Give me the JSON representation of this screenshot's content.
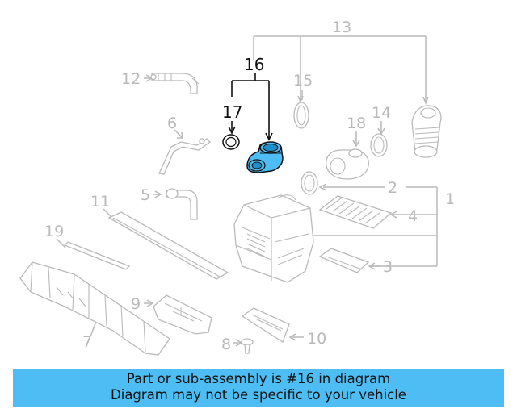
{
  "diagram": {
    "highlight_color": "#4dbdf4",
    "callouts": {
      "c1": "1",
      "c2": "2",
      "c3": "3",
      "c4": "4",
      "c5": "5",
      "c6": "6",
      "c7": "7",
      "c8": "8",
      "c9": "9",
      "c10": "10",
      "c11": "11",
      "c12": "12",
      "c13": "13",
      "c14": "14",
      "c15": "15",
      "c16": "16",
      "c17": "17",
      "c18": "18",
      "c19": "19"
    }
  },
  "banner": {
    "line1": "Part or sub-assembly is #16 in diagram",
    "line2": "Diagram may not be specific to your vehicle",
    "color": "#4dbdf4"
  }
}
